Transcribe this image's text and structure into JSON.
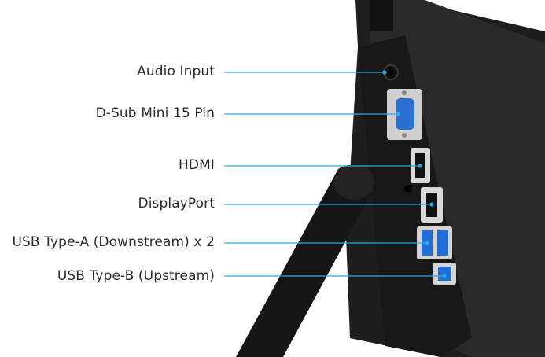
{
  "callouts": [
    {
      "id": "audio",
      "label": "Audio Input"
    },
    {
      "id": "dsub",
      "label": "D-Sub Mini 15 Pin"
    },
    {
      "id": "hdmi",
      "label": "HDMI"
    },
    {
      "id": "dp",
      "label": "DisplayPort"
    },
    {
      "id": "usba",
      "label": "USB Type-A (Downstream) x 2"
    },
    {
      "id": "usbb",
      "label": "USB Type-B (Upstream)"
    }
  ],
  "colors": {
    "leader": "#29a8e0",
    "body": "#1c1c1c",
    "body_edge": "#2e2e2e",
    "port_blue": "#1f6fd6",
    "port_frame": "#d4d4d4"
  }
}
